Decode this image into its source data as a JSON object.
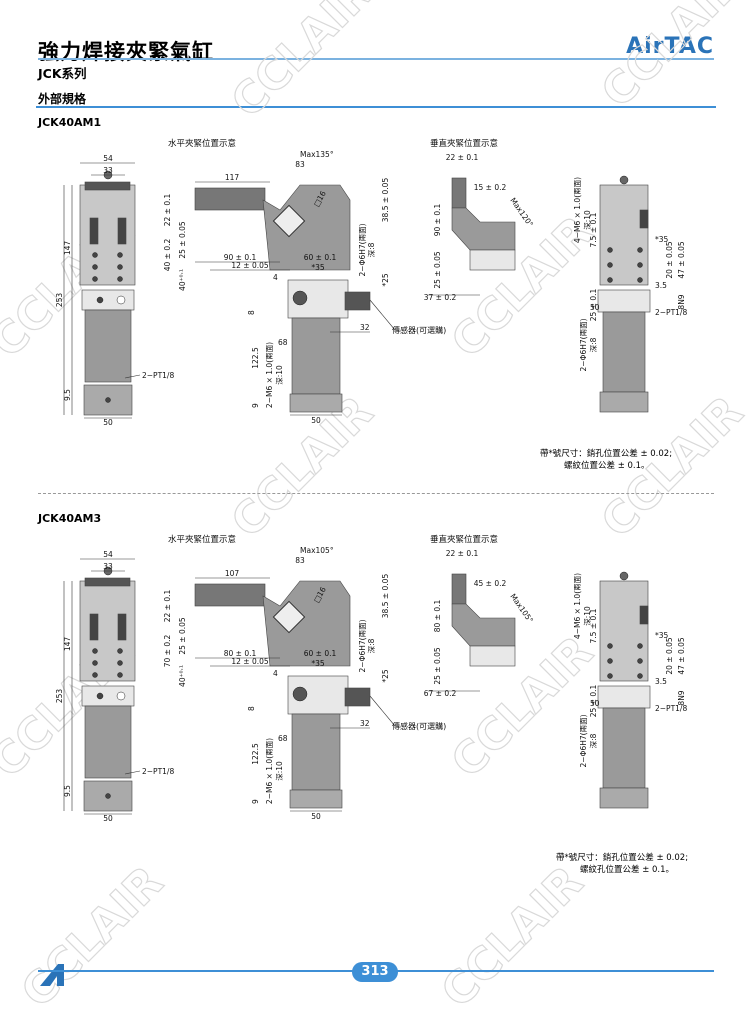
{
  "header": {
    "title": "強力焊接夾緊氣缸",
    "series": "JCK系列",
    "brand": "AirTAC",
    "section": "外部規格"
  },
  "watermark": "CCLAIR",
  "colors": {
    "accent": "#3d8fd6",
    "body": "#9a9a9a",
    "dark": "#555555"
  },
  "blocks": [
    {
      "model": "JCK40AM1",
      "caption_horizontal": "水平夾緊位置示意",
      "caption_vertical": "垂直夾緊位置示意",
      "front": {
        "d54": "54",
        "d33": "33",
        "d147": "147",
        "d253": "253",
        "d95": "9.5",
        "d50": "50",
        "port": "2−PT1/8"
      },
      "side": {
        "arm_len": "117",
        "arm_h": "22 ± 0.1",
        "d83": "83",
        "angle": "Max135°",
        "d40": "40 ± 0.2",
        "d25": "25 ± 0.05",
        "d40b": "40⁺⁰·¹",
        "d90": "90 ± 0.1",
        "d12": "12 ± 0.05",
        "d60": "60 ± 0.1",
        "d35": "*35",
        "d4": "4",
        "d8": "8",
        "d68": "68",
        "d32": "32",
        "d122": "122.5",
        "d9": "9",
        "d50": "50",
        "m6": "2−M6 × 1.0(兩面)",
        "m6depth": "深:10",
        "phi": "2−Φ6H7(兩面)",
        "phidepth": "深:8",
        "d385": "38.5 ± 0.05",
        "d25s": "*25",
        "sq": "□16",
        "sensor": "傳感器(可選購)"
      },
      "vertical": {
        "d22": "22 ± 0.1",
        "d15": "15 ± 0.2",
        "angle": "Max120°",
        "d90": "90 ± 0.1",
        "d25": "25 ± 0.05",
        "d37": "37 ± 0.2"
      },
      "rear": {
        "m6": "4−M6 × 1.0(兩面)",
        "m6depth": "深:10",
        "d75": "7.5 ± 0.1",
        "d35": "*35",
        "d20": "20 ± 0.05",
        "d47": "47 ± 0.05",
        "d25": "25 ± 0.1",
        "d35b": "3.5",
        "d50": "50",
        "port": "2−PT1/8",
        "phi": "2−Φ6H7(兩面)",
        "phidepth": "深:8",
        "d8n9": "8N9"
      },
      "note1": "帶*號尺寸：銷孔位置公差 ± 0.02;",
      "note2": "螺紋位置公差 ± 0.1。"
    },
    {
      "model": "JCK40AM3",
      "caption_horizontal": "水平夾緊位置示意",
      "caption_vertical": "垂直夾緊位置示意",
      "front": {
        "d54": "54",
        "d33": "33",
        "d147": "147",
        "d253": "253",
        "d95": "9.5",
        "d50": "50",
        "port": "2−PT1/8"
      },
      "side": {
        "arm_len": "107",
        "arm_h": "22 ± 0.1",
        "d83": "83",
        "angle": "Max105°",
        "d40": "70 ± 0.2",
        "d25": "25 ± 0.05",
        "d40b": "40⁺⁰·¹",
        "d90": "80 ± 0.1",
        "d12": "12 ± 0.05",
        "d60": "60 ± 0.1",
        "d35": "*35",
        "d4": "4",
        "d8": "8",
        "d68": "68",
        "d32": "32",
        "d122": "122.5",
        "d9": "9",
        "d50": "50",
        "m6": "2−M6 × 1.0(兩面)",
        "m6depth": "深:10",
        "phi": "2−Φ6H7(兩面)",
        "phidepth": "深:8",
        "d385": "38.5 ± 0.05",
        "d25s": "*25",
        "sq": "□16",
        "sensor": "傳感器(可選購)"
      },
      "vertical": {
        "d22": "22 ± 0.1",
        "d15": "45 ± 0.2",
        "angle": "Max105°",
        "d90": "80 ± 0.1",
        "d25": "25 ± 0.05",
        "d37": "67 ± 0.2"
      },
      "rear": {
        "m6": "4−M6 × 1.0(兩面)",
        "m6depth": "深:10",
        "d75": "7.5 ± 0.1",
        "d35": "*35",
        "d20": "20 ± 0.05",
        "d47": "47 ± 0.05",
        "d25": "25 ± 0.1",
        "d35b": "3.5",
        "d50": "50",
        "port": "2−PT1/8",
        "phi": "2−Φ6H7(兩面)",
        "phidepth": "深:8",
        "d8n9": "8N9"
      },
      "note1": "帶*號尺寸：銷孔位置公差 ± 0.02;",
      "note2": "螺紋孔位置公差 ± 0.1。"
    }
  ],
  "page_number": "313"
}
